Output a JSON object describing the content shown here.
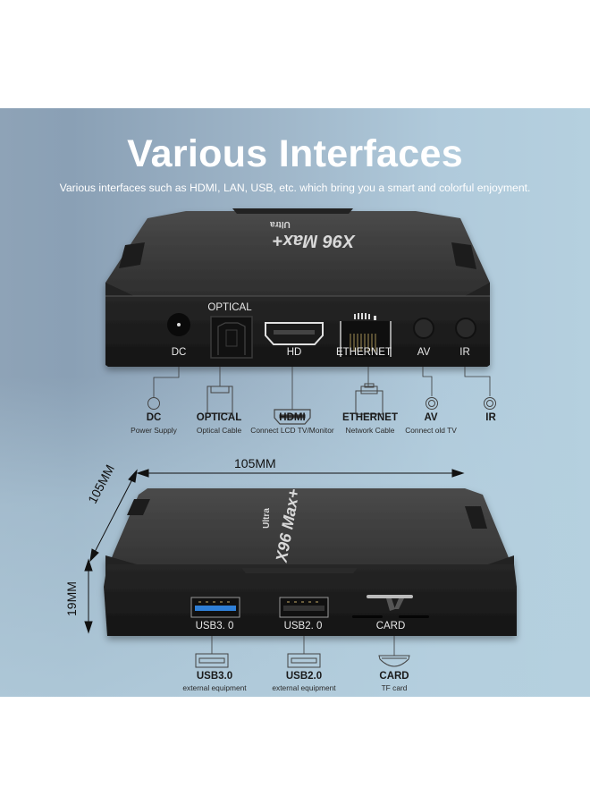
{
  "header": {
    "title": "Various Interfaces",
    "subtitle": "Various interfaces such as HDMI, LAN, USB, etc. which bring you a smart and colorful enjoyment."
  },
  "colors": {
    "panel_left": "#8ea3b7",
    "panel_right": "#b5d0df",
    "device_body": "#1b1b1b",
    "device_top": "#3a3a3a",
    "usb3_blue": "#2f7fd6",
    "text_dark": "#1a1a1a",
    "text_white": "#ffffff"
  },
  "device": {
    "logo_main": "X96 Max+",
    "logo_sub": "Ultra"
  },
  "rear_panel": {
    "port_labels": {
      "dc": "DC",
      "optical": "OPTICAL",
      "hd": "HD",
      "ethernet": "ETHERNET",
      "av": "AV",
      "ir": "IR"
    },
    "legend": [
      {
        "title": "DC",
        "subtitle": "Power Supply",
        "icon": "dc-port-icon"
      },
      {
        "title": "OPTICAL",
        "subtitle": "Optical Cable",
        "icon": "optical-port-icon"
      },
      {
        "title": "HDMI",
        "subtitle": "Connect LCD TV/Monitor",
        "icon": "hdmi-port-icon"
      },
      {
        "title": "ETHERNET",
        "subtitle": "Network Cable",
        "icon": "ethernet-port-icon"
      },
      {
        "title": "AV",
        "subtitle": "Connect old TV",
        "icon": "av-port-icon"
      },
      {
        "title": "IR",
        "subtitle": "",
        "icon": "ir-port-icon"
      }
    ]
  },
  "dimensions": {
    "width": "105MM",
    "depth": "105MM",
    "height": "19MM"
  },
  "front_panel": {
    "port_labels": {
      "usb3": "USB3. 0",
      "usb2": "USB2. 0",
      "card": "CARD"
    },
    "legend": [
      {
        "title": "USB3.0",
        "subtitle": "external equipment",
        "icon": "usb3-port-icon"
      },
      {
        "title": "USB2.0",
        "subtitle": "external equipment",
        "icon": "usb2-port-icon"
      },
      {
        "title": "CARD",
        "subtitle": "TF card",
        "icon": "tf-card-icon"
      }
    ]
  }
}
